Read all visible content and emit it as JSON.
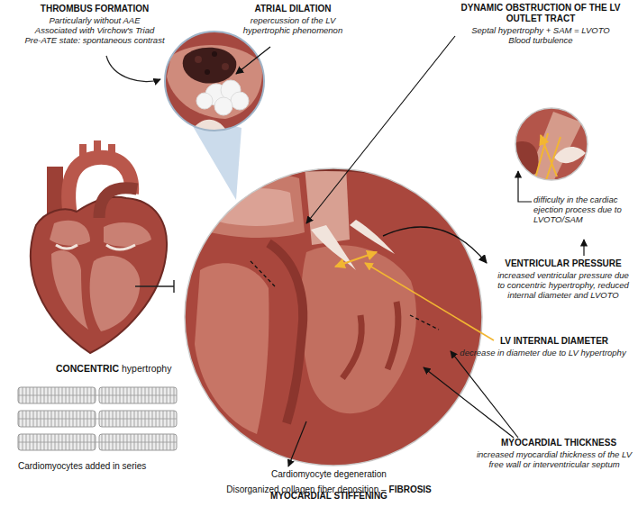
{
  "diagram": {
    "labels": [
      "THROMBUS FORMATION",
      "Particularly without AAE",
      "Associated with Virchow's Triad",
      "Pre-ATE state: spontaneous contrast",
      "ATRIAL DILATION",
      "repercussion of the LV hypertrophic phenomenon",
      "DYNAMIC OBSTRUCTION OF THE LV OUTLET TRACT",
      "Septal hypertrophy + SAM = LVOTO",
      "Blood turbulence",
      "difficulty in the cardiac ejection process due to LVOTO/SAM",
      "VENTRICULAR PRESSURE",
      "increased ventricular pressure due to concentric hypertrophy, reduced internal diameter and LVOTO",
      "LV INTERNAL DIAMETER",
      "decrease in diameter due to LV hypertrophy",
      "MYOCARDIAL THICKNESS",
      "increased myocardial thickness of the LV free wall or interventricular septum",
      "Cardiomyocyte degeneration",
      "Disorganized collagen fiber deposition –",
      "FIBROSIS",
      "MYOCARDIAL STIFFENING",
      "CONCENTRIC",
      "hypertrophy",
      "Cardiomyocytes added in series"
    ]
  }
}
